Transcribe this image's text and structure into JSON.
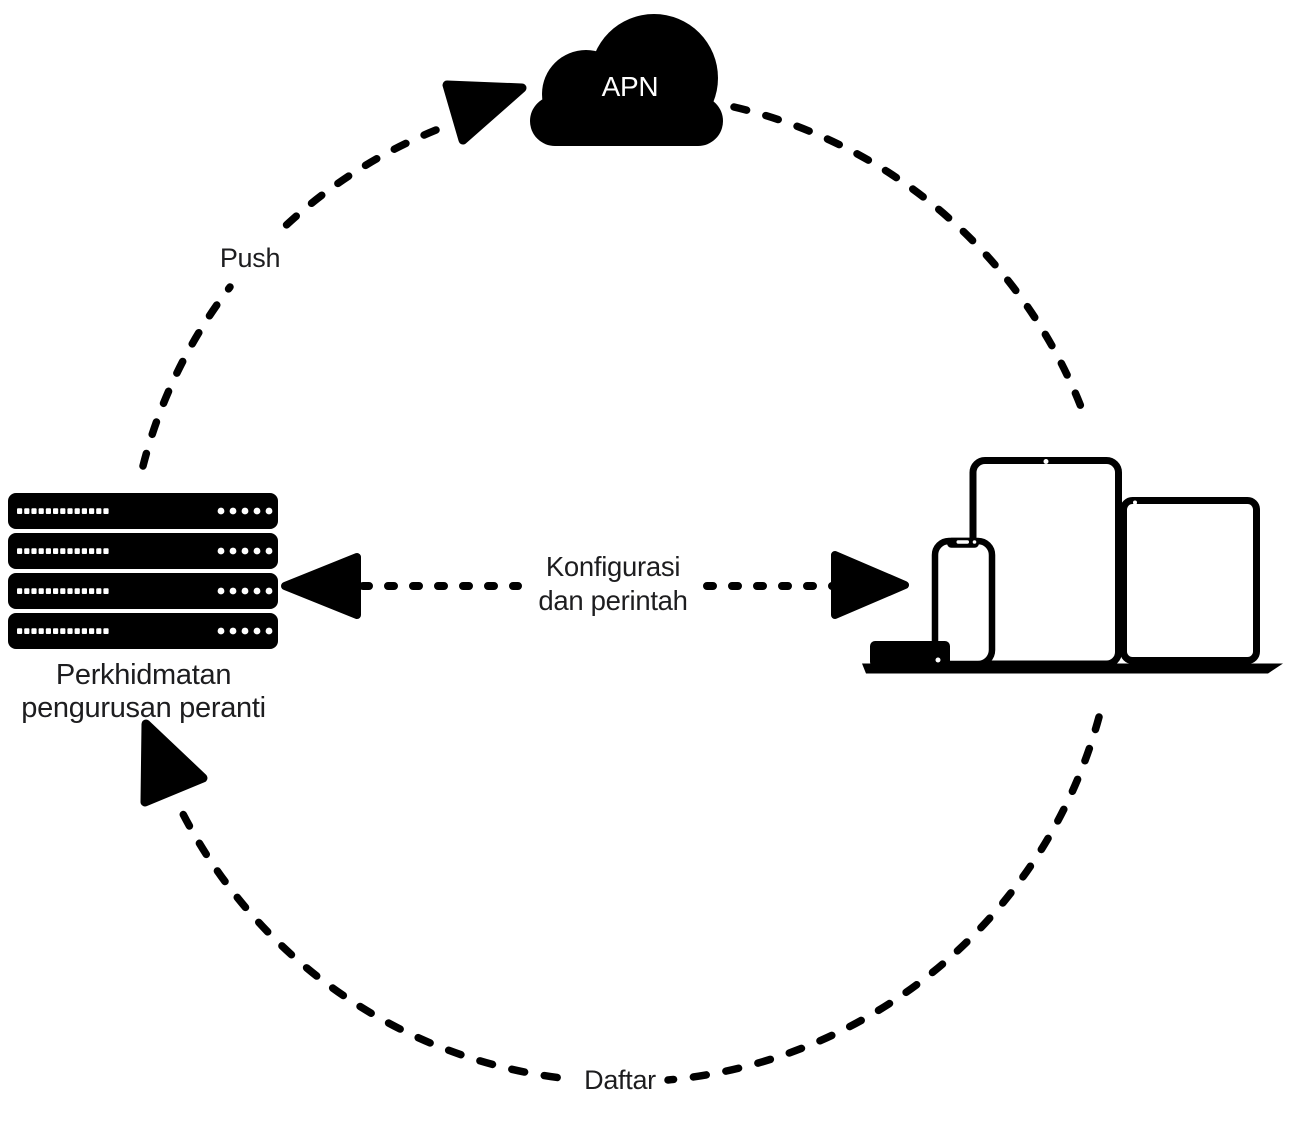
{
  "diagram": {
    "title_none_visible": "",
    "colors": {
      "shape": "#000000",
      "text": "#1d1d1f",
      "cloud_text": "#ffffff",
      "background": "#ffffff"
    },
    "nodes": {
      "apn": {
        "label": "APN",
        "icon": "cloud-icon"
      },
      "server": {
        "label_line1": "Perkhidmatan",
        "label_line2": "pengurusan peranti",
        "icon": "server-rack-icon"
      },
      "devices": {
        "icon": "devices-icon",
        "device_icons": [
          "iphone-icon",
          "ipad-icon",
          "macbook-icon",
          "apple-tv-icon"
        ]
      }
    },
    "edges": {
      "push": {
        "label": "Push",
        "from": "server",
        "to": "apn",
        "style": "dashed-arc-arrow"
      },
      "apn_to_devices": {
        "label": "",
        "from": "apn",
        "to": "devices",
        "style": "dashed-arc"
      },
      "register": {
        "label": "Daftar",
        "from": "devices",
        "to": "server",
        "style": "dashed-arc-arrow"
      },
      "config": {
        "label_line1": "Konfigurasi",
        "label_line2": "dan perintah",
        "from": "server",
        "to": "devices",
        "style": "dashed-double-arrow"
      }
    }
  }
}
